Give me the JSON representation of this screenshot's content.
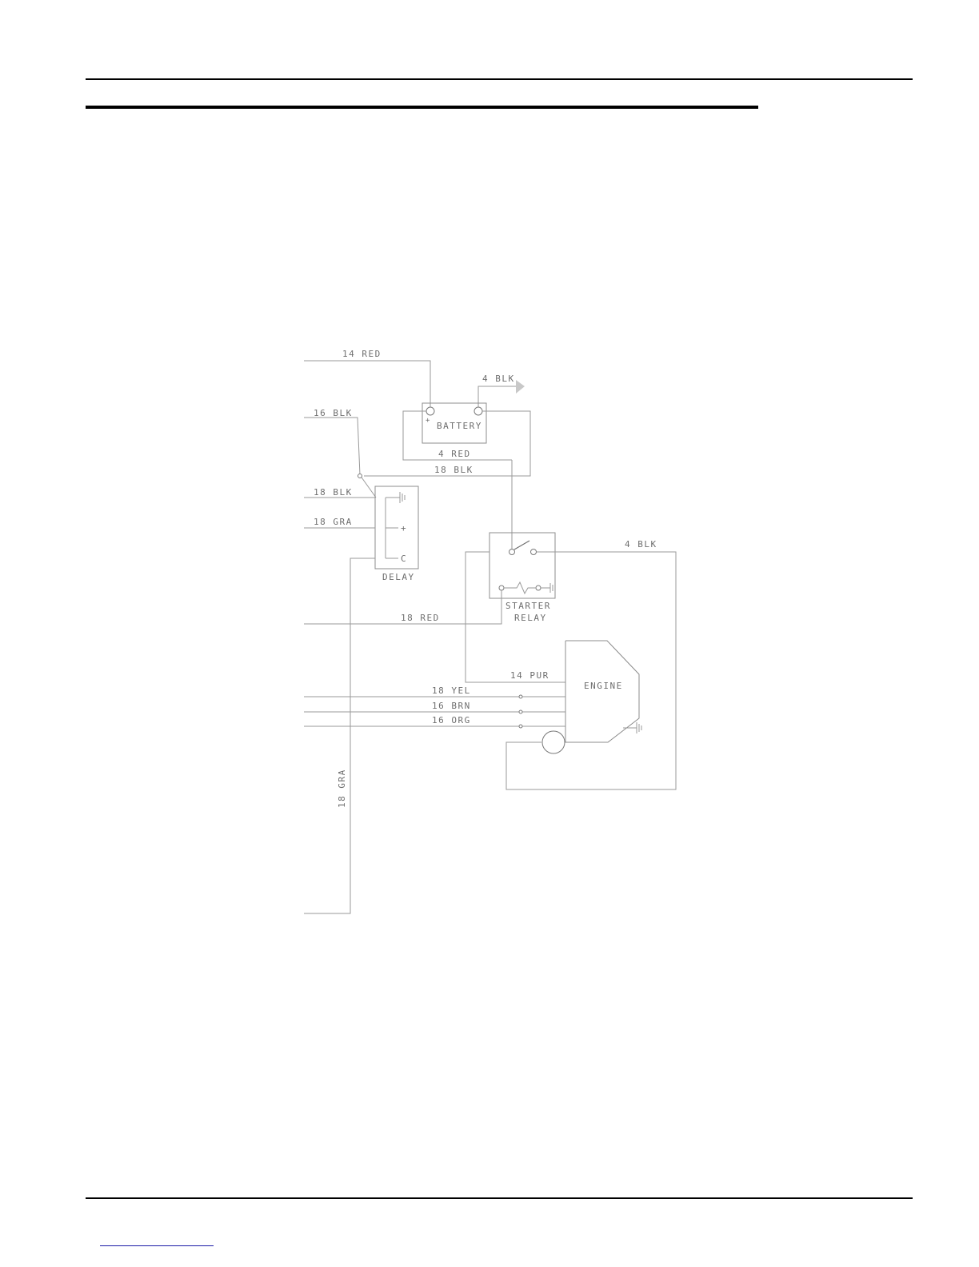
{
  "diagram": {
    "labels": {
      "wire_14_red": "14 RED",
      "wire_4_blk_top": "4 BLK",
      "wire_16_blk": "16 BLK",
      "battery": "BATTERY",
      "battery_plus": "+",
      "wire_4_red": "4 RED",
      "wire_18_blk_right": "18 BLK",
      "wire_18_blk_left": "18 BLK",
      "wire_18_gra_left": "18 GRA",
      "delay_plus": "+",
      "delay_c": "C",
      "delay": "DELAY",
      "wire_4_blk_right": "4 BLK",
      "starter": "STARTER",
      "relay": "RELAY",
      "wire_18_red": "18 RED",
      "wire_14_pur": "14 PUR",
      "engine": "ENGINE",
      "wire_18_yel": "18 YEL",
      "wire_16_brn": "16 BRN",
      "wire_16_org": "16 ORG",
      "wire_18_gra_vertical": "18 GRA"
    }
  }
}
